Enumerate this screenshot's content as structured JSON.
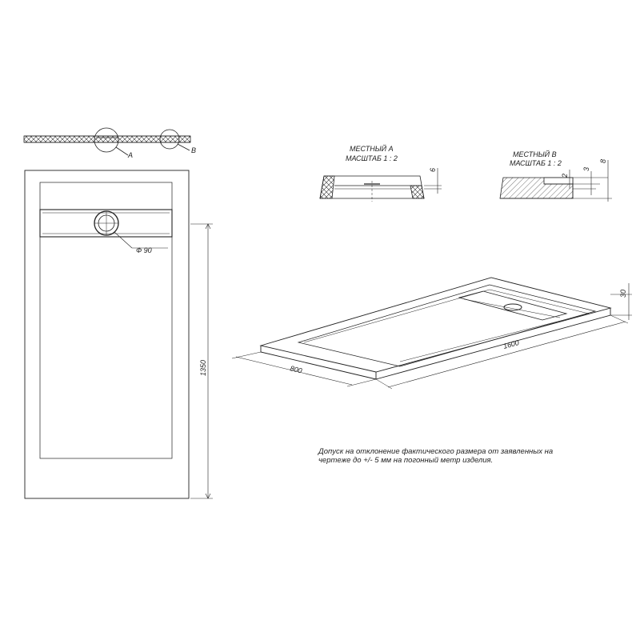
{
  "labels": {
    "callout_a": "A",
    "callout_b": "B",
    "drain_diameter": "Ф 90",
    "length_top_view": "1350",
    "detail_a_title": "МЕСТНЫЙ А",
    "detail_a_scale": "МАСШТАБ 1 : 2",
    "detail_a_dim": "6",
    "detail_b_title": "МЕСТНЫЙ В",
    "detail_b_scale": "МАСШТАБ 1 : 2",
    "detail_b_dim_2": "2",
    "detail_b_dim_3": "3",
    "detail_b_dim_8": "8",
    "iso_height": "30",
    "iso_width": "800",
    "iso_length": "1600"
  },
  "note": {
    "line1": "Допуск на отклонение фактического размера от заявленных на",
    "line2": "чертеже до +/- 5 мм на погонный метр изделия."
  }
}
